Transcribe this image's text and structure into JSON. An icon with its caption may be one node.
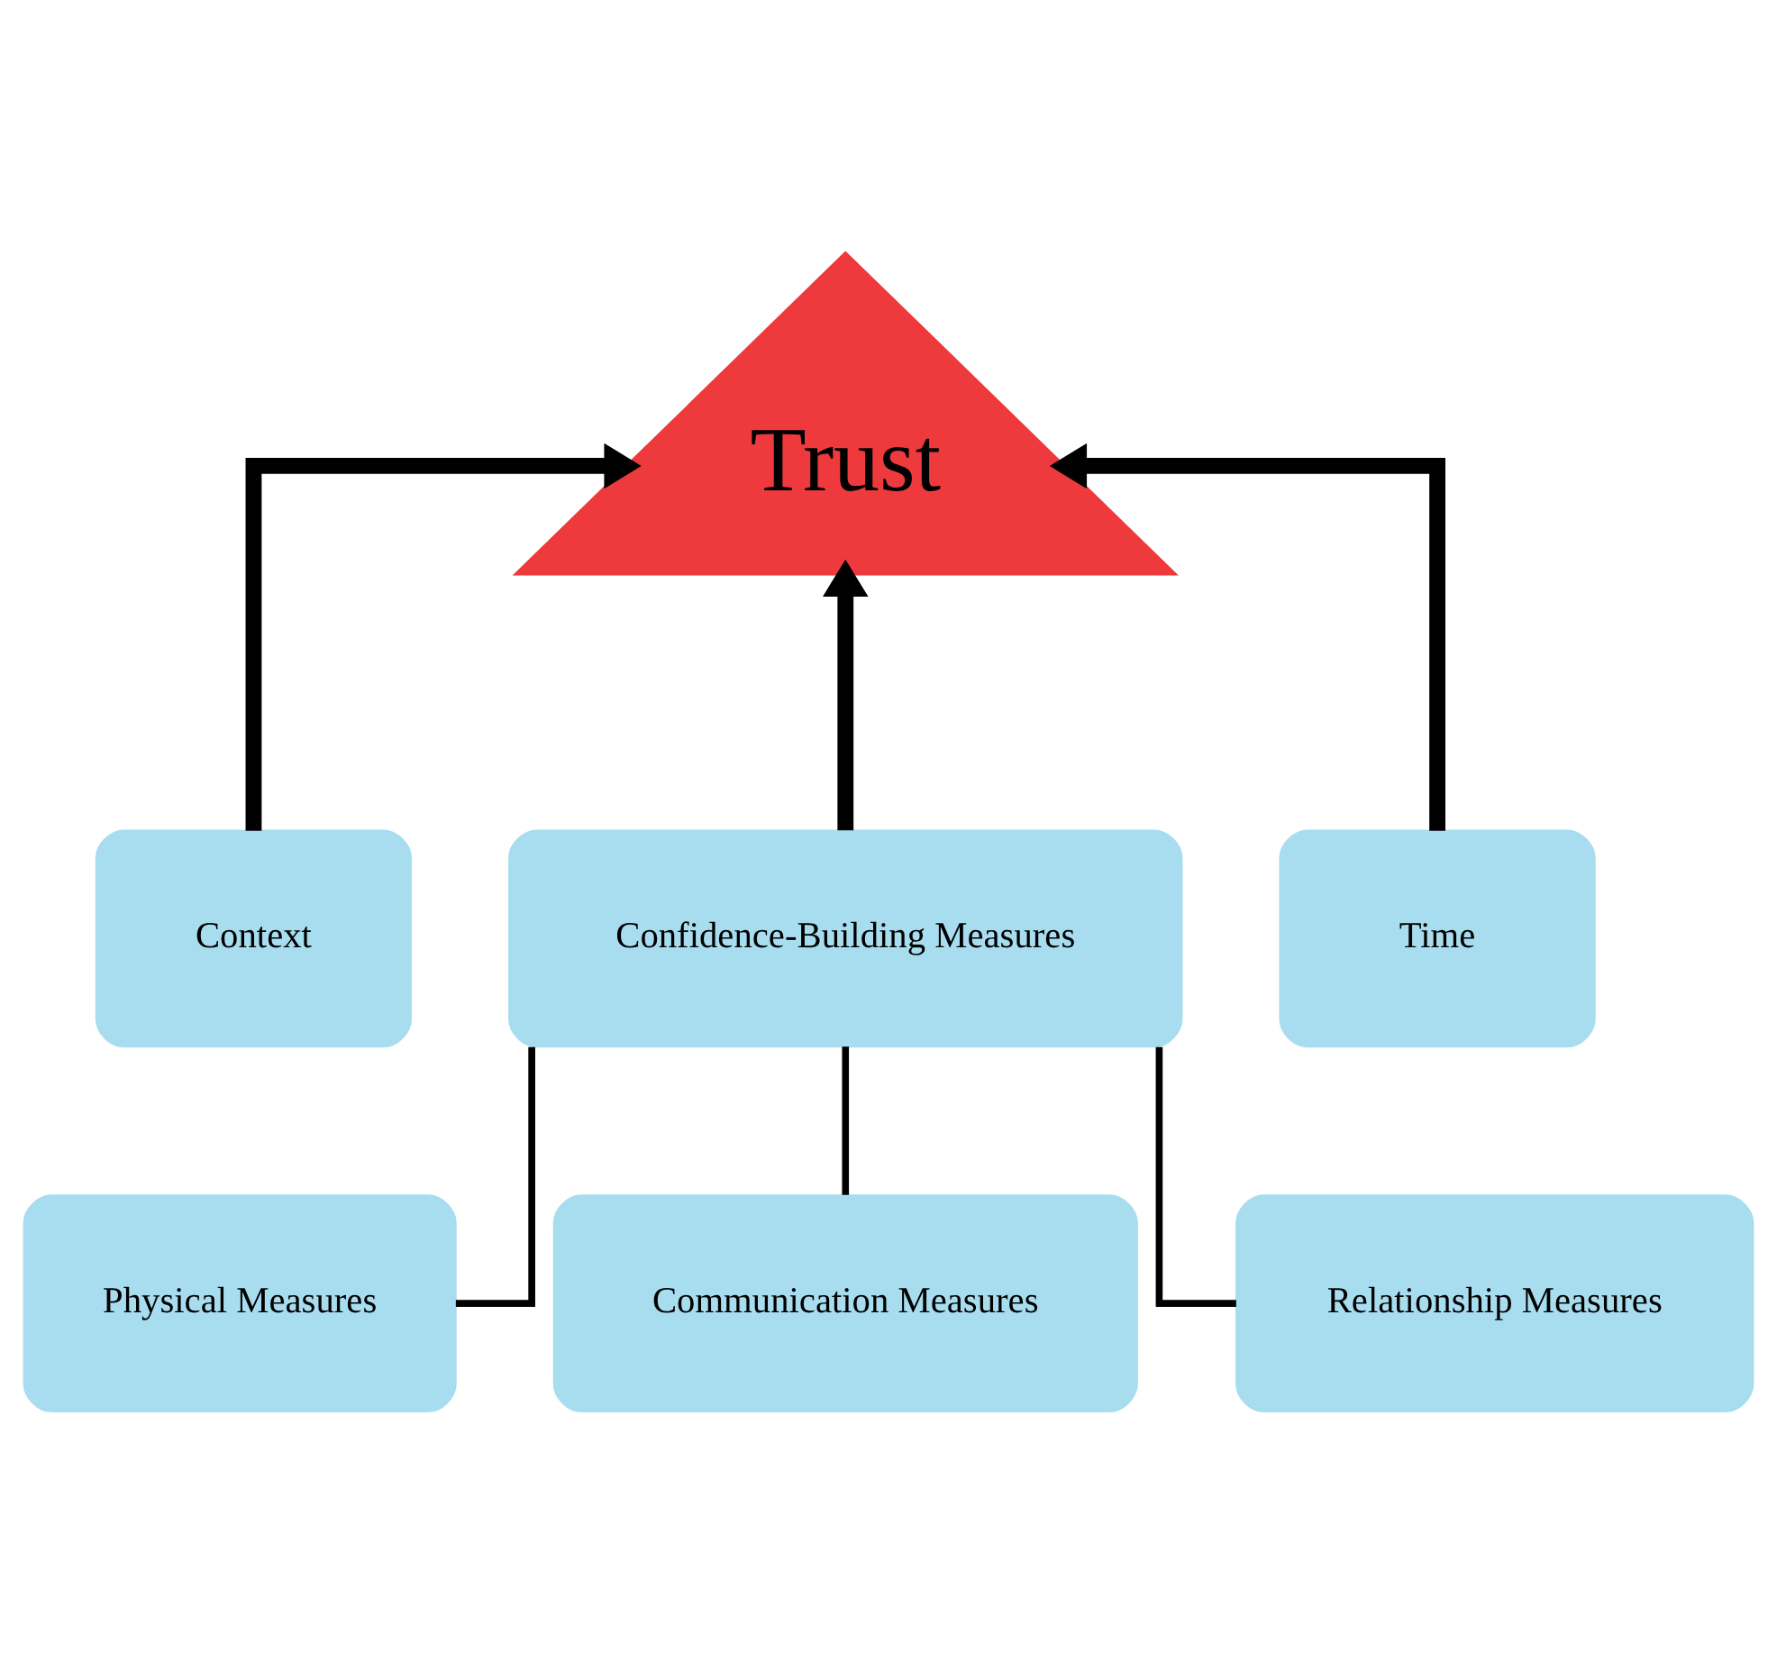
{
  "diagram": {
    "nodes": [
      {
        "text": [
          "Trust"
        ]
      },
      {
        "text": [
          "Context"
        ]
      },
      {
        "text": [
          "Confidence-Building Measures"
        ]
      },
      {
        "text": [
          "Time"
        ]
      },
      {
        "text": [
          "Physical Measures"
        ]
      },
      {
        "text": [
          "Communication Measures"
        ]
      },
      {
        "text": [
          "Relationship Measures"
        ]
      }
    ],
    "edges": [
      {
        "from": 1,
        "to": 0,
        "arrow": "to",
        "style": "thick"
      },
      {
        "from": 2,
        "to": 0,
        "arrow": "to",
        "style": "thick"
      },
      {
        "from": 3,
        "to": 0,
        "arrow": "to",
        "style": "thick"
      },
      {
        "from": 4,
        "to": 2,
        "arrow": "none"
      },
      {
        "from": 5,
        "to": 2,
        "arrow": "none"
      },
      {
        "from": 6,
        "to": 2,
        "arrow": "none"
      }
    ]
  }
}
